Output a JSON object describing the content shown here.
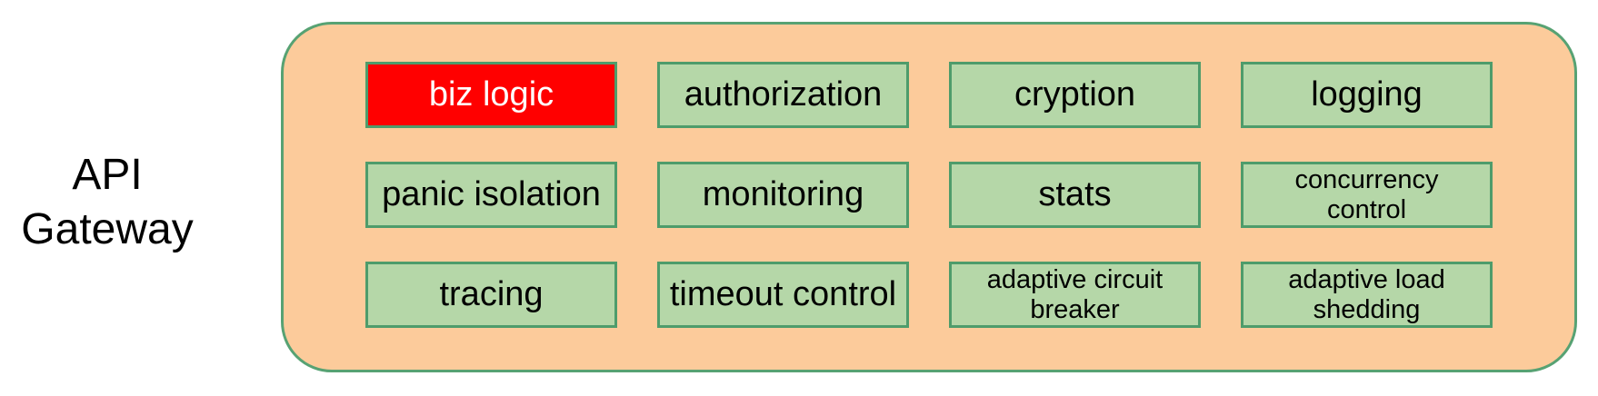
{
  "gateway": {
    "label": "API\nGateway",
    "colors": {
      "page_bg": "#FFFFFF",
      "label_text": "#000000",
      "container_fill": "#FCCB9B",
      "container_border": "#57A273",
      "box_fill": "#B5D7A8",
      "box_border": "#4E9C6B",
      "box_text": "#000000",
      "highlight_fill": "#FF0000",
      "highlight_text": "#FFFFFF"
    },
    "modules": [
      {
        "id": "biz-logic",
        "label": "biz logic",
        "lines": [
          "biz logic"
        ],
        "highlight": true
      },
      {
        "id": "authorization",
        "label": "authorization",
        "lines": [
          "authorization"
        ],
        "highlight": false
      },
      {
        "id": "cryption",
        "label": "cryption",
        "lines": [
          "cryption"
        ],
        "highlight": false
      },
      {
        "id": "logging",
        "label": "logging",
        "lines": [
          "logging"
        ],
        "highlight": false
      },
      {
        "id": "panic-isolation",
        "label": "panic isolation",
        "lines": [
          "panic isolation"
        ],
        "highlight": false
      },
      {
        "id": "monitoring",
        "label": "monitoring",
        "lines": [
          "monitoring"
        ],
        "highlight": false
      },
      {
        "id": "stats",
        "label": "stats",
        "lines": [
          "stats"
        ],
        "highlight": false
      },
      {
        "id": "concurrency-control",
        "label": "concurrency control",
        "lines": [
          "concurrency",
          "control"
        ],
        "highlight": false
      },
      {
        "id": "tracing",
        "label": "tracing",
        "lines": [
          "tracing"
        ],
        "highlight": false
      },
      {
        "id": "timeout-control",
        "label": "timeout control",
        "lines": [
          "timeout control"
        ],
        "highlight": false
      },
      {
        "id": "adaptive-circuit-breaker",
        "label": "adaptive circuit breaker",
        "lines": [
          "adaptive circuit",
          "breaker"
        ],
        "highlight": false
      },
      {
        "id": "adaptive-load-shedding",
        "label": "adaptive load shedding",
        "lines": [
          "adaptive load",
          "shedding"
        ],
        "highlight": false
      }
    ]
  }
}
